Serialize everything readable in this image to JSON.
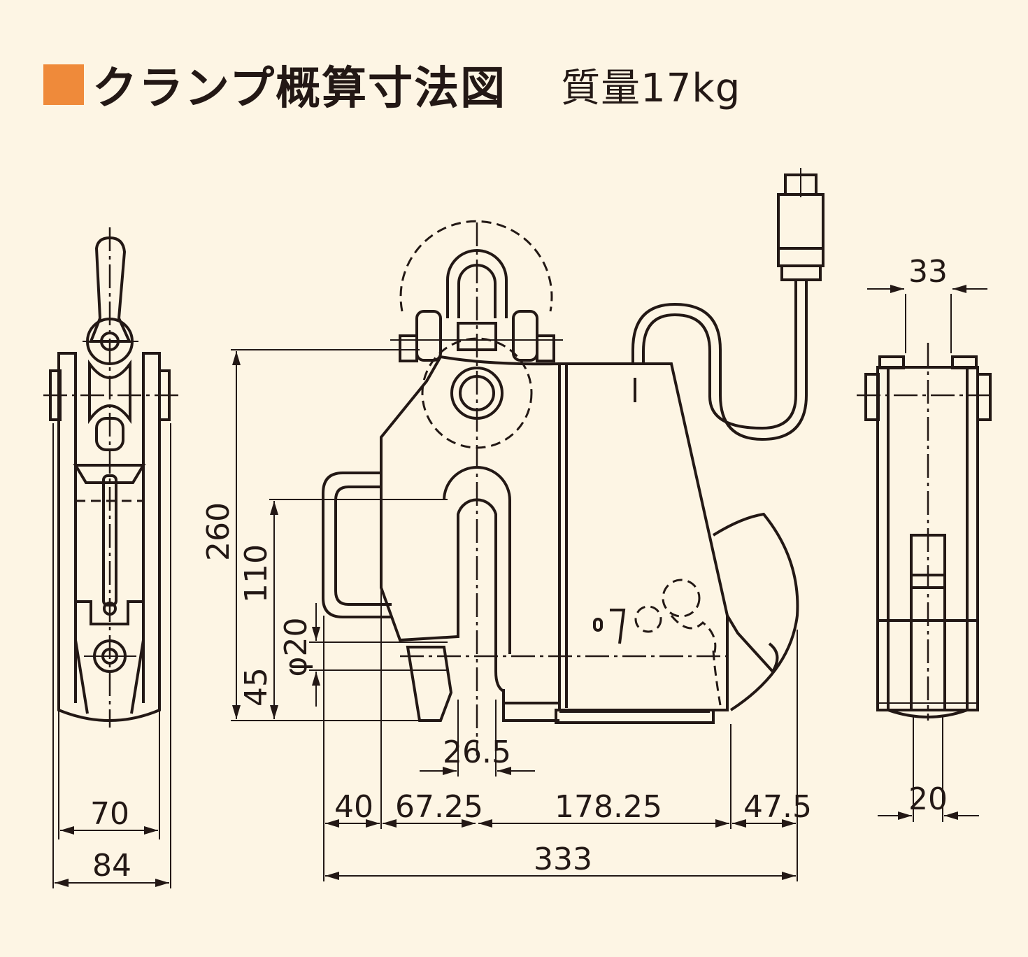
{
  "header": {
    "title": "クランプ概算寸法図",
    "mass": "質量17kg",
    "marker_color": "#ef8a3a"
  },
  "dimensions": {
    "left_inner_width": "70",
    "left_outer_width": "84",
    "front_height": "260",
    "front_jaw_height": "110",
    "front_pin_diameter": "φ20",
    "front_bottom_height": "45",
    "front_pin_gap": "26.5",
    "front_seg_1": "40",
    "front_seg_2": "67.25",
    "front_seg_3": "178.25",
    "front_seg_4": "47.5",
    "front_total_width": "333",
    "right_top_width": "33",
    "right_bottom_width": "20"
  },
  "colors": {
    "background": "#fdf5e4",
    "line": "#231815"
  }
}
